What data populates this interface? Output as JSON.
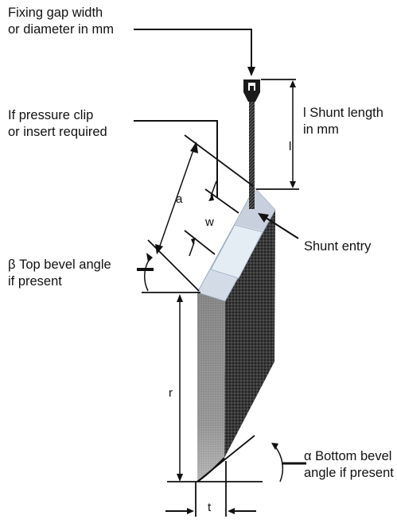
{
  "labels": {
    "fixing_gap": [
      "Fixing gap width",
      "or diameter in mm"
    ],
    "pressure_clip": [
      "If pressure clip",
      "or insert required"
    ],
    "shunt_length": [
      "l Shunt length",
      "in mm"
    ],
    "shunt_entry": "Shunt entry",
    "top_bevel": [
      "β Top bevel angle",
      "if present"
    ],
    "bottom_bevel": [
      "α Bottom bevel",
      "angle if present"
    ]
  },
  "dimensions": {
    "l": "l",
    "a": "a",
    "w": "w",
    "r": "r",
    "t": "t"
  },
  "colors": {
    "line": "#111111",
    "top_face": "#d3dbe6",
    "insert": "#e4ecf4",
    "side_dark": "#2a2a2a",
    "front_face": "#8a8a8a"
  }
}
